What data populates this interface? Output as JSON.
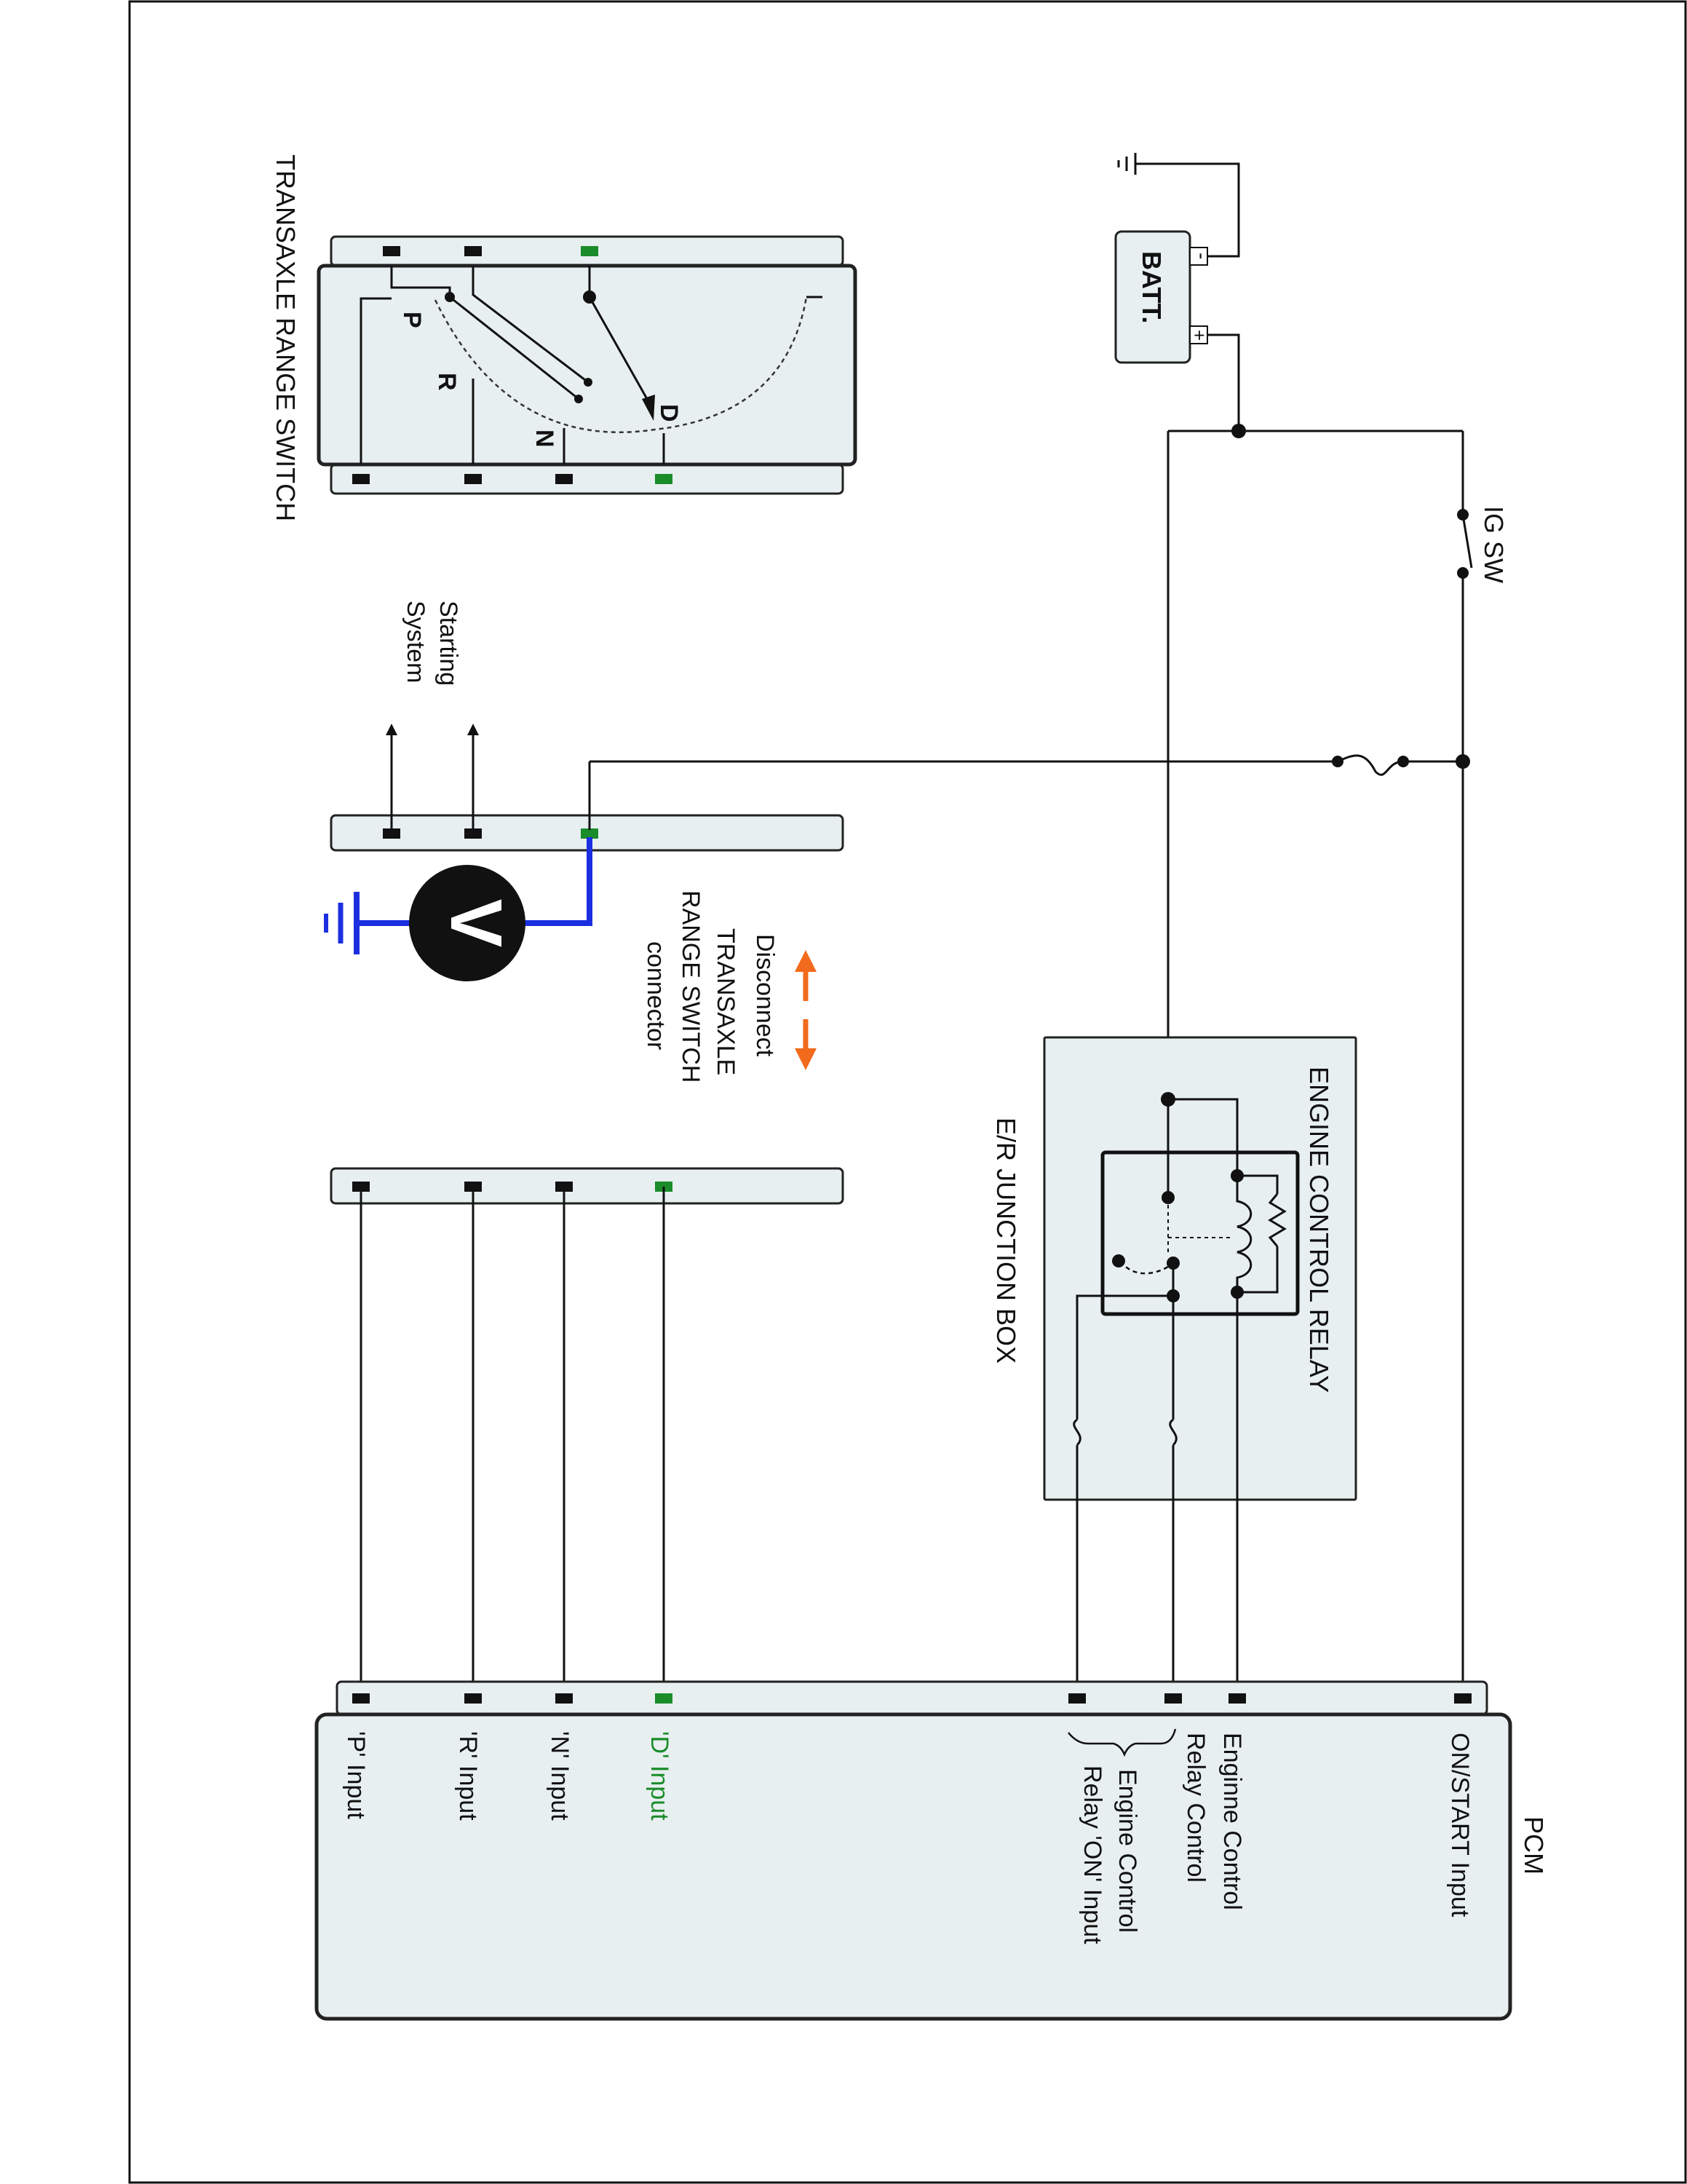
{
  "colors": {
    "panel": "#e8eff0",
    "wire": "#111111",
    "active_pin": "#1a8c2a",
    "meter_lead": "#1b2fe0",
    "arrow": "#f26a1b"
  },
  "labels": {
    "range_switch": "TRANSAXLE RANGE SWITCH",
    "pos_p": "P",
    "pos_r": "R",
    "pos_n": "N",
    "pos_d": "D",
    "starting": "Starting",
    "system": "System",
    "disconnect_1": "Disconnect",
    "disconnect_2": "TRANSAXLE",
    "disconnect_3": "RANGE SWITCH",
    "disconnect_4": "connector",
    "meter": "V",
    "batt": "BATT.",
    "batt_minus": "-",
    "batt_plus": "+",
    "ig_sw": "IG SW",
    "relay": "ENGINE CONTROL RELAY",
    "junction_box": "E/R JUNCTION BOX",
    "pcm": "PCM",
    "on_start": "ON/START Input",
    "ecr_control_1": "Enginne Control",
    "ecr_control_2": "Relay Control",
    "ecr_on_1": "Engine Control",
    "ecr_on_2": "Relay 'ON' Input",
    "d_input": "'D' Input",
    "n_input": "'N' Input",
    "r_input": "'R' Input",
    "p_input": "'P' Input"
  }
}
